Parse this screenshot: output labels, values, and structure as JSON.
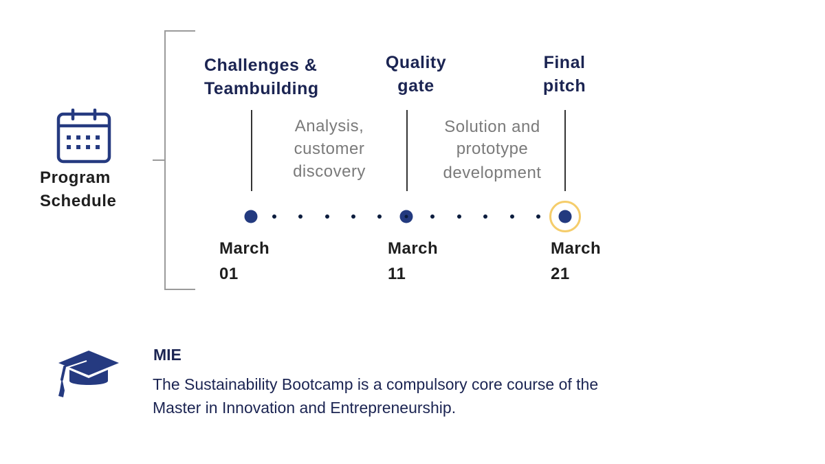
{
  "schedule": {
    "label_line1": "Program",
    "label_line2": "Schedule",
    "milestones": [
      {
        "title_line1": "Challenges &",
        "title_line2": "Teambuilding",
        "date_month": "March",
        "date_day": "01"
      },
      {
        "title_line1": "Quality",
        "title_line2": "gate",
        "date_month": "March",
        "date_day": "11"
      },
      {
        "title_line1": "Final",
        "title_line2": "pitch",
        "date_month": "March",
        "date_day": "21"
      }
    ],
    "phases": [
      {
        "line1": "Analysis,",
        "line2": "customer",
        "line3": "discovery"
      },
      {
        "line1": "Solution and",
        "line2": "prototype",
        "line3": "development"
      }
    ]
  },
  "info": {
    "title": "MIE",
    "text_line1": "The Sustainability Bootcamp is a compulsory core course of the",
    "text_line2": "Master in Innovation and Entrepreneurship."
  },
  "colors": {
    "navy": "#1b2452",
    "icon": "#253a80",
    "highlight": "#f5cd6b"
  }
}
